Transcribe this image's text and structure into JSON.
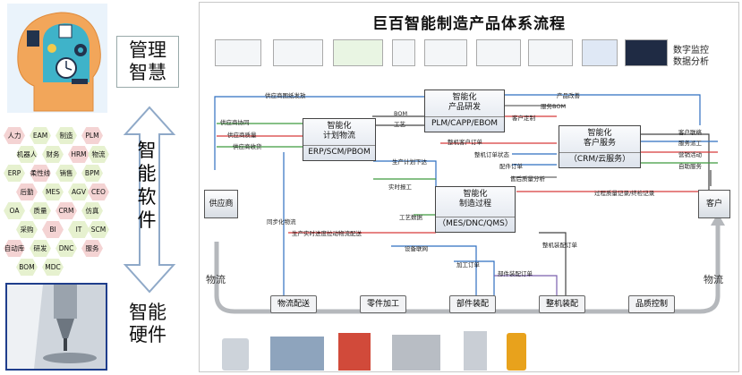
{
  "left": {
    "management_lines": [
      "管理",
      "智慧"
    ],
    "software_chars": [
      "智",
      "能",
      "软",
      "件"
    ],
    "hardware_lines": [
      "智能",
      "硬件"
    ],
    "hex_labels": [
      "人力",
      "EAM",
      "制造",
      "PLM",
      "机器人",
      "财务",
      "HRM",
      "物流",
      "ERP",
      "柔性线",
      "销售",
      "BPM",
      "后勤",
      "MES",
      "AGV",
      "CEO",
      "OA",
      "质量",
      "CRM",
      "仿真",
      "采购",
      "BI",
      "IT",
      "SCM",
      "自动库",
      "研发",
      "DNC",
      "服务",
      "BOM",
      "MDC"
    ],
    "colors": {
      "green": "#b5d86b",
      "red": "#e34d4d",
      "gray_border": "#888"
    }
  },
  "diagram": {
    "title": "巨百智能制造产品体系流程",
    "monitor_label_lines": [
      "数字监控",
      "数据分析"
    ],
    "boxes": {
      "plm": {
        "title_lines": [
          "智能化",
          "产品研发"
        ],
        "sub": "PLM/CAPP/EBOM"
      },
      "erp": {
        "title_lines": [
          "智能化",
          "计划物流"
        ],
        "sub": "ERP/SCM/PBOM"
      },
      "crm": {
        "title_lines": [
          "智能化",
          "客户服务"
        ],
        "sub": "（CRM/云服务）"
      },
      "mes": {
        "title_lines": [
          "智能化",
          "制造过程"
        ],
        "sub": "（MES/DNC/QMS）"
      },
      "supplier": "供应商",
      "customer": "客户"
    },
    "flow_label_left": "物流",
    "flow_label_right": "物流",
    "process_steps": [
      "物流配送",
      "零件加工",
      "部件装配",
      "整机装配",
      "品质控制"
    ],
    "labels": {
      "supplier_drawing": "供应商图纸发放",
      "supplier_coop": "供应商协同",
      "supplier_quality": "供应商质量",
      "supplier_receive": "供应商收货",
      "bom": "BOM",
      "process": "工艺",
      "product_change": "产品改善",
      "service_bom": "服务BOM",
      "custom": "客户定制",
      "whole_order": "整机客户订单",
      "customer_contact": "客户联络",
      "service_dispatch": "服务派工",
      "marketing": "营销活动",
      "self_service": "自助服务",
      "whole_order_status": "整机订单状态",
      "config_order": "配件订单",
      "after_sales": "售后质量分析",
      "production_plan": "生产计划下达",
      "actual_report": "实时报工",
      "process_data": "工艺数据",
      "sync_logistics": "同步化物流",
      "realtime_pull": "生产实时进度拉动物流配送",
      "device_network": "设备联网",
      "process_order": "加工订单",
      "part_order": "部件装配订单",
      "whole_assembly_order": "整机装配订单",
      "quality_record": "过程质量记录/终检记录"
    },
    "colors": {
      "blue": "#2f6fc0",
      "green": "#3e9a3e",
      "red": "#d63a3a",
      "gray": "#666666",
      "purple": "#7a5fae"
    }
  }
}
